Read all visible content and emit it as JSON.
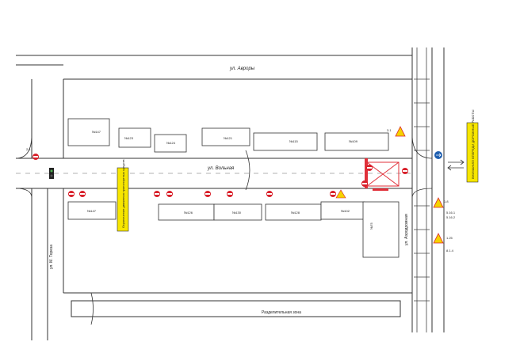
{
  "streets": {
    "avrory": "ул. Авроры",
    "volnaya": "ул. Вольная",
    "aerodromnaya": "ул. Аэродромная",
    "m_toreza": "ул. М. Тореза",
    "separator_zone": "Разделительная зона"
  },
  "buildings": {
    "n147_north": "№147",
    "n123": "№123",
    "n124": "№124",
    "n121": "№121",
    "n115": "№115",
    "n109": "№109",
    "n147_south": "№147",
    "n126": "№126",
    "n130": "№130",
    "n128": "№128",
    "n102": "№102",
    "n75": "№75"
  },
  "banners": {
    "left": "Ограничение движения транспортных средств",
    "right": "ВНИМАНИЕ! ВПЕРЕДИ ДОРОЖНЫЕ РАБОТЫ"
  },
  "sign_codes": {
    "s_1_8": "1.8",
    "s_2_1": "2.1",
    "s_5_16_1": "5.16.1",
    "s_5_16_2": "5.16.2",
    "s_1_25": "1.25",
    "s_3_1": "3.1",
    "s_8_1_4": "8.1.4"
  },
  "colors": {
    "road_line": "#333333",
    "no_entry": "#d8202a",
    "warning_sign": "#f5d300",
    "info_sign": "#1f5fb0",
    "construction": "#e0303a",
    "banner_fill": "#f7e600"
  }
}
